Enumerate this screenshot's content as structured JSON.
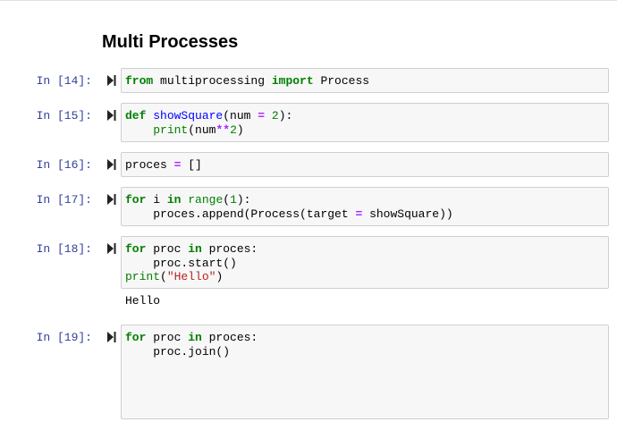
{
  "heading": "Multi Processes",
  "cells": [
    {
      "prompt": "In [14]:",
      "lines": [
        [
          {
            "t": "from",
            "c": "kw"
          },
          {
            "t": " multiprocessing ",
            "c": ""
          },
          {
            "t": "import",
            "c": "kw"
          },
          {
            "t": " Process",
            "c": ""
          }
        ]
      ],
      "output": null
    },
    {
      "prompt": "In [15]:",
      "lines": [
        [
          {
            "t": "def",
            "c": "kw"
          },
          {
            "t": " ",
            "c": ""
          },
          {
            "t": "showSquare",
            "c": "fn"
          },
          {
            "t": "(num ",
            "c": ""
          },
          {
            "t": "=",
            "c": "op"
          },
          {
            "t": " ",
            "c": ""
          },
          {
            "t": "2",
            "c": "num"
          },
          {
            "t": "):",
            "c": ""
          }
        ],
        [
          {
            "t": "    ",
            "c": ""
          },
          {
            "t": "print",
            "c": "bi"
          },
          {
            "t": "(num",
            "c": ""
          },
          {
            "t": "**",
            "c": "op"
          },
          {
            "t": "2",
            "c": "num"
          },
          {
            "t": ")",
            "c": ""
          }
        ]
      ],
      "output": null
    },
    {
      "prompt": "In [16]:",
      "lines": [
        [
          {
            "t": "proces ",
            "c": ""
          },
          {
            "t": "=",
            "c": "op"
          },
          {
            "t": " []",
            "c": ""
          }
        ]
      ],
      "output": null
    },
    {
      "prompt": "In [17]:",
      "lines": [
        [
          {
            "t": "for",
            "c": "kw"
          },
          {
            "t": " i ",
            "c": ""
          },
          {
            "t": "in",
            "c": "kw"
          },
          {
            "t": " ",
            "c": ""
          },
          {
            "t": "range",
            "c": "bi"
          },
          {
            "t": "(",
            "c": ""
          },
          {
            "t": "1",
            "c": "num"
          },
          {
            "t": "):",
            "c": ""
          }
        ],
        [
          {
            "t": "    proces.append(Process(target ",
            "c": ""
          },
          {
            "t": "=",
            "c": "op"
          },
          {
            "t": " showSquare))",
            "c": ""
          }
        ]
      ],
      "output": null
    },
    {
      "prompt": "In [18]:",
      "lines": [
        [
          {
            "t": "for",
            "c": "kw"
          },
          {
            "t": " proc ",
            "c": ""
          },
          {
            "t": "in",
            "c": "kw"
          },
          {
            "t": " proces:",
            "c": ""
          }
        ],
        [
          {
            "t": "    proc.start()",
            "c": ""
          }
        ],
        [
          {
            "t": "print",
            "c": "bi"
          },
          {
            "t": "(",
            "c": ""
          },
          {
            "t": "\"Hello\"",
            "c": "str"
          },
          {
            "t": ")",
            "c": ""
          }
        ]
      ],
      "output": "Hello"
    },
    {
      "prompt": "In [19]:",
      "lines": [
        [
          {
            "t": "for",
            "c": "kw"
          },
          {
            "t": " proc ",
            "c": ""
          },
          {
            "t": "in",
            "c": "kw"
          },
          {
            "t": " proces:",
            "c": ""
          }
        ],
        [
          {
            "t": "    proc.join()",
            "c": ""
          }
        ]
      ],
      "output": null
    }
  ]
}
